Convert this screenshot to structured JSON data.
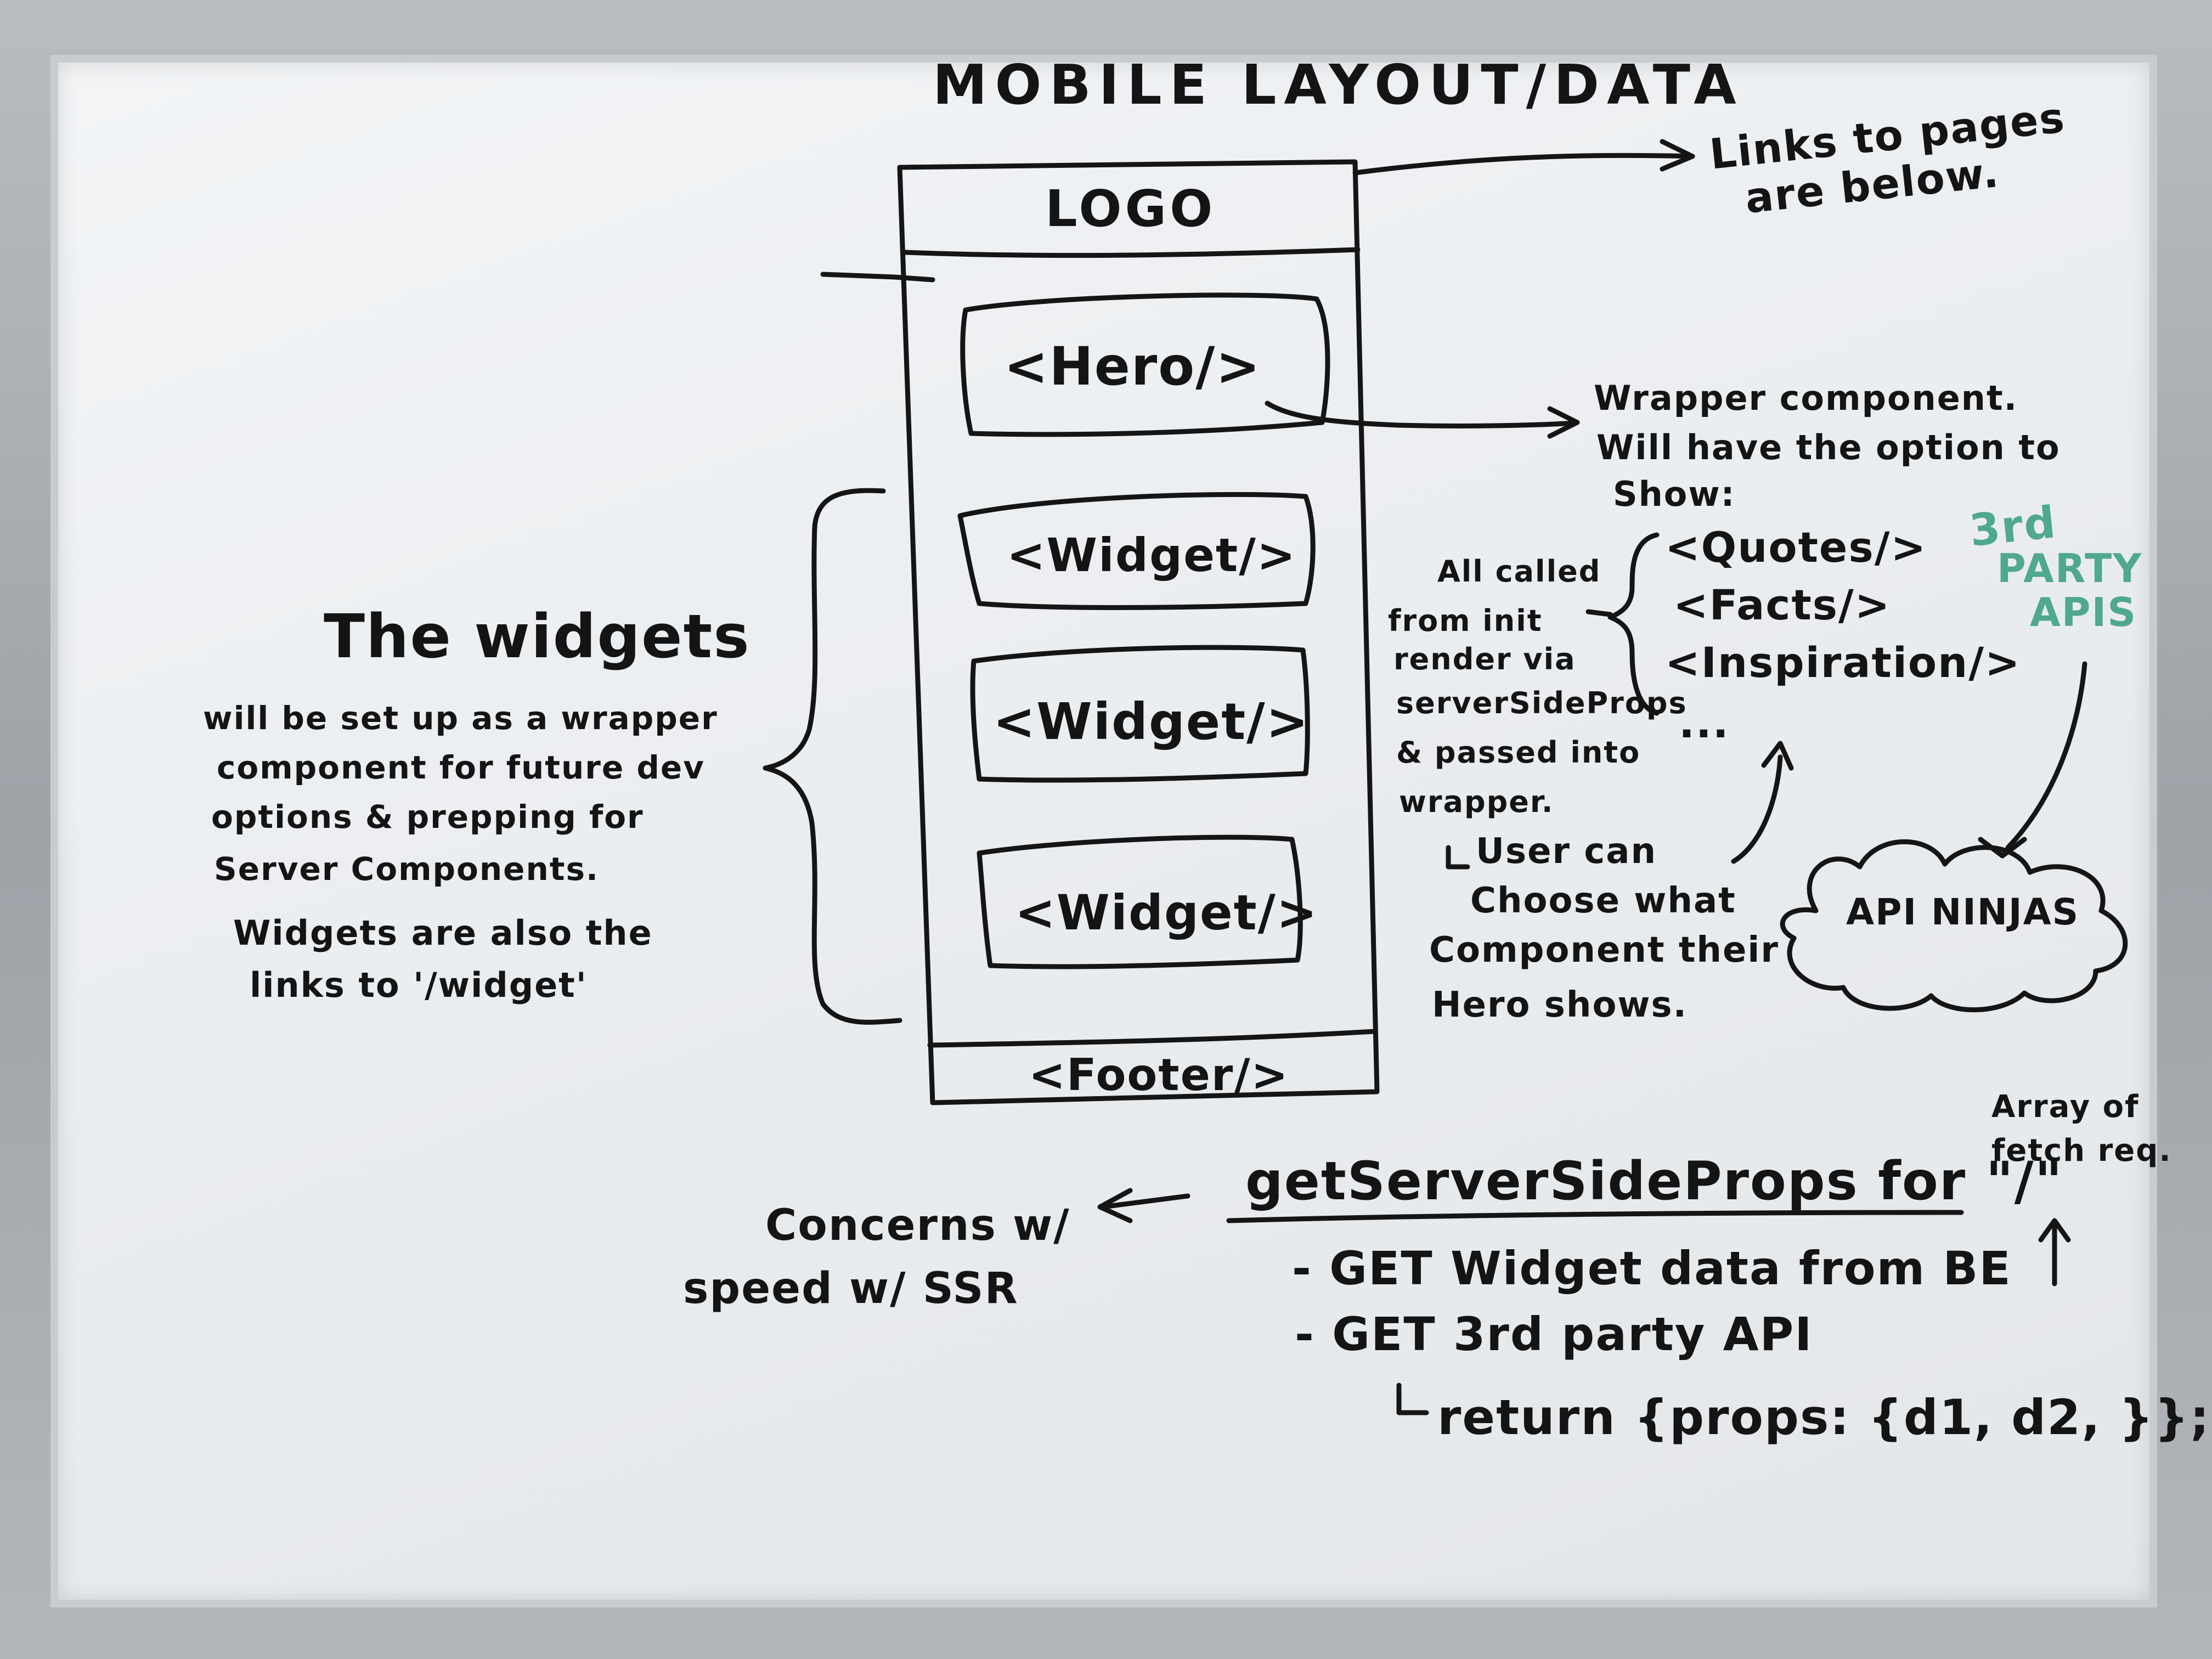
{
  "title": "MOBILE LAYOUT/DATA",
  "phone": {
    "logo": "LOGO",
    "hero": "<Hero/>",
    "widgets": [
      "<Widget/>",
      "<Widget/>",
      "<Widget/>"
    ],
    "footer": "<Footer/>"
  },
  "notes": {
    "links": [
      "Links to pages",
      "are below."
    ],
    "wrapper": [
      "Wrapper component.",
      "Will have the option to",
      "Show:"
    ],
    "options": [
      "<Quotes/>",
      "<Facts/>",
      "<Inspiration/>",
      "..."
    ],
    "third_party": [
      "3rd",
      "PARTY",
      "APIS"
    ],
    "called": [
      "All called",
      "from init",
      "render via",
      "serverSideProps",
      "& passed into",
      "wrapper."
    ],
    "user_choose": [
      "User can",
      "Choose what",
      "Component their",
      "Hero shows."
    ],
    "cloud": "API NINJAS",
    "widgets_heading": "The widgets",
    "widgets_text": [
      "will be set up as a wrapper",
      "component for future dev",
      "options & prepping for",
      "Server Components.",
      "Widgets are also the",
      "links to '/widget'"
    ],
    "ssp_heading": "getServerSideProps for \"/\"",
    "array_note": [
      "Array of",
      "fetch req."
    ],
    "ssp_items": [
      "- GET Widget data from BE",
      "- GET 3rd party API",
      "return {props: {d1, d2, }};"
    ],
    "concerns": [
      "Concerns w/",
      "speed w/ SSR"
    ]
  }
}
